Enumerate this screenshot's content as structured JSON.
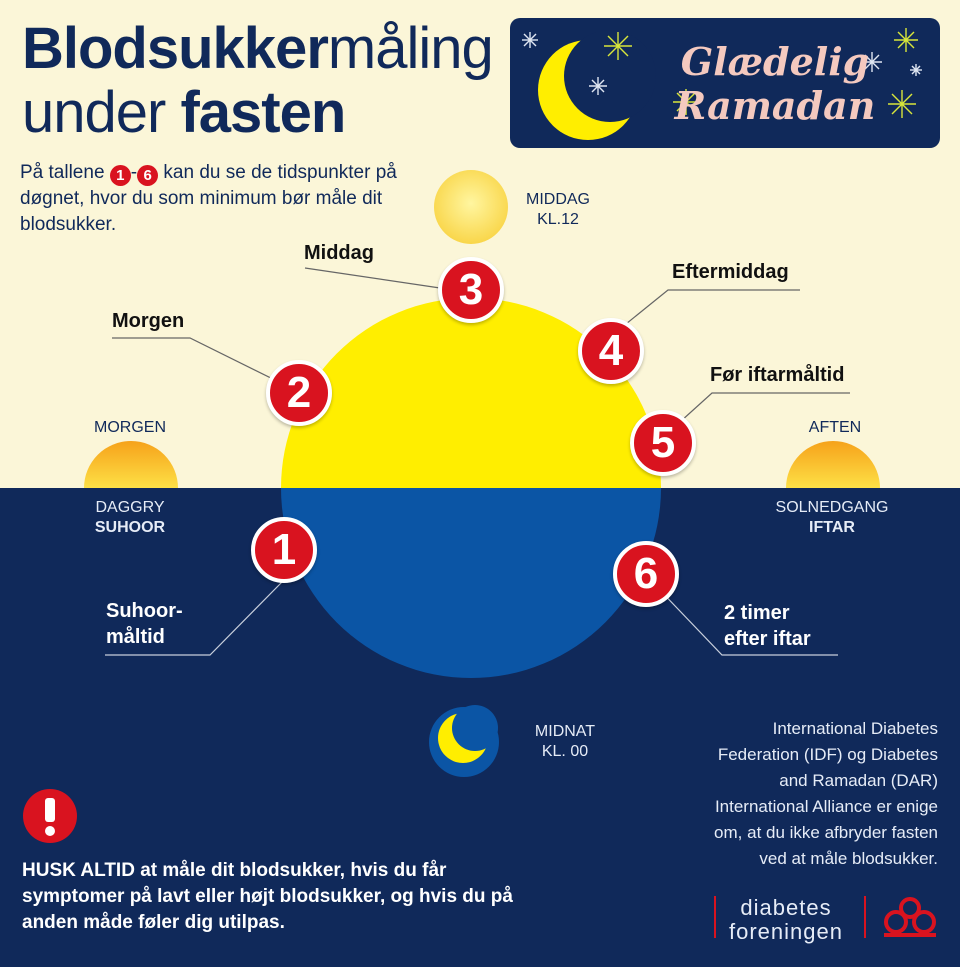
{
  "header": {
    "title_bold_1": "Blodsukker",
    "title_light_1": "måling",
    "title_light_2": "under ",
    "title_bold_2": "fasten"
  },
  "intro": {
    "text_before": "På tallene ",
    "badge_from": "1",
    "dash": "-",
    "badge_to": "6",
    "text_after": " kan du se de tidspunkter på døgnet, hvor du som minimum bør måle dit blodsukker."
  },
  "ramadan_box": {
    "line1": "Glædelig",
    "line2": "Ramadan"
  },
  "sun_positions": {
    "noon": {
      "line1": "MIDDAG",
      "line2": "KL.12"
    },
    "morning": {
      "label": "MORGEN",
      "line1": "DAGGRY",
      "line2": "SUHOOR"
    },
    "evening": {
      "label": "AFTEN",
      "line1": "SOLNEDGANG",
      "line2": "IFTAR"
    },
    "midnight": {
      "line1": "MIDNAT",
      "line2": "KL. 00"
    }
  },
  "points": [
    {
      "number": "1",
      "label_line1": "Suhoor-",
      "label_line2": "måltid"
    },
    {
      "number": "2",
      "label": "Morgen"
    },
    {
      "number": "3",
      "label": "Middag"
    },
    {
      "number": "4",
      "label": "Eftermiddag"
    },
    {
      "number": "5",
      "label": "Før iftarmåltid"
    },
    {
      "number": "6",
      "label_line1": "2 timer",
      "label_line2": "efter iftar"
    }
  ],
  "warning": {
    "icon": "exclamation-icon",
    "text": "HUSK ALTID at måle dit blodsukker, hvis du får symptomer på lavt eller højt blodsukker, og hvis du på anden måde føler dig utilpas."
  },
  "idf_note": {
    "line1": "International Diabetes",
    "line2": "Federation (IDF) og Diabetes",
    "line3": "and Ramadan (DAR)",
    "line4": "International Alliance er enige",
    "line5": "om, at du ikke afbryder fasten",
    "line6": "ved at måle blodsukker."
  },
  "logo": {
    "line1": "diabetes",
    "line2": "foreningen"
  },
  "colors": {
    "navy": "#10295a",
    "cream": "#fbf6d8",
    "sun_yellow": "#ffee00",
    "night_blue": "#0b55a5",
    "badge_red": "#d9131f",
    "ramadan_pink": "#f4c9bf"
  }
}
